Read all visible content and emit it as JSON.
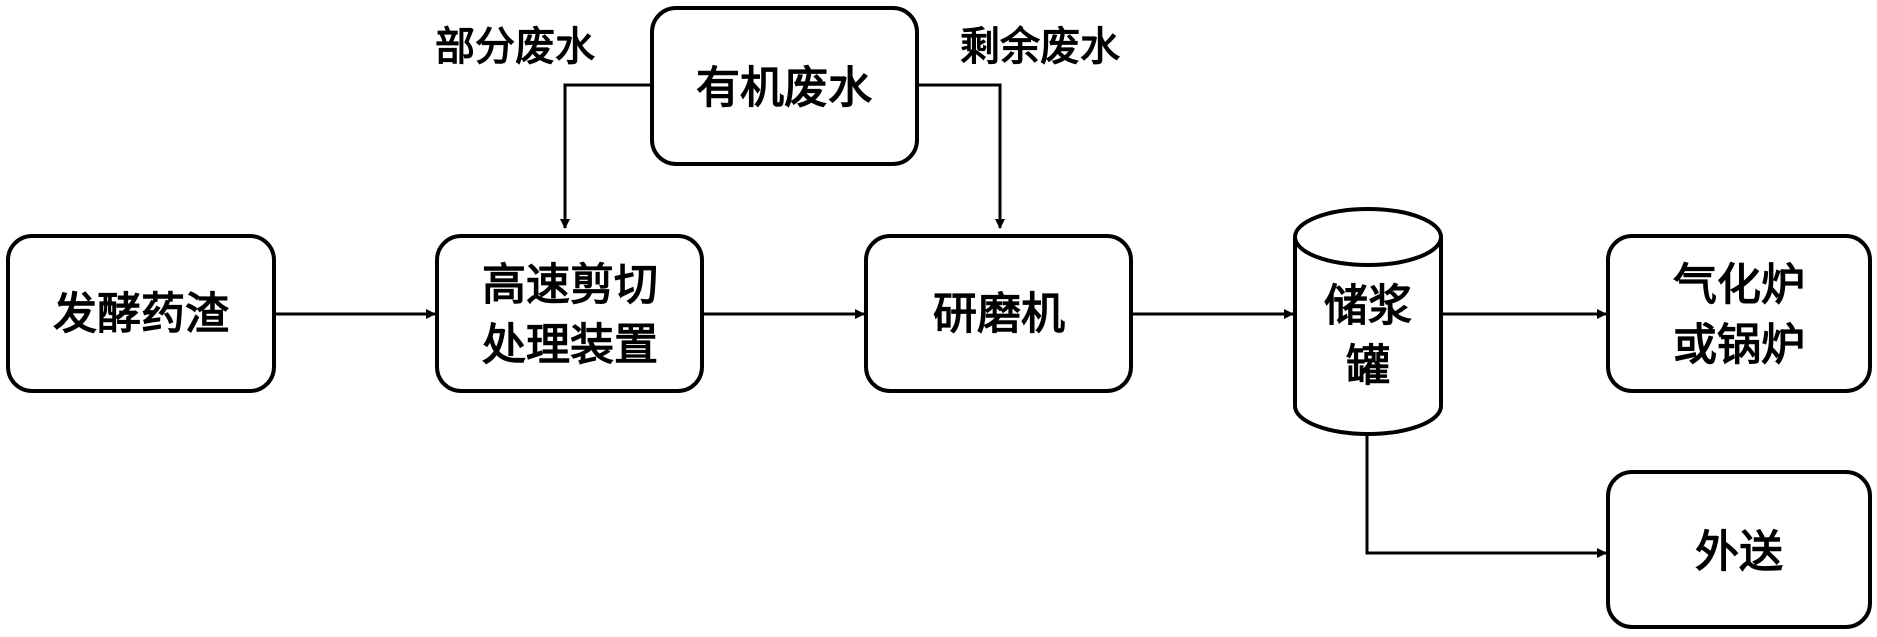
{
  "diagram": {
    "nodes": {
      "organic_wastewater": "有机废水",
      "fermentation_residue": "发酵药渣",
      "high_speed_shear_line1": "高速剪切",
      "high_speed_shear_line2": "处理装置",
      "grinder": "研磨机",
      "slurry_tank_line1": "储浆",
      "slurry_tank_line2": "罐",
      "gasifier_line1": "气化炉",
      "gasifier_line2": "或锅炉",
      "external_delivery": "外送"
    },
    "edges": {
      "partial_wastewater": "部分废水",
      "remaining_wastewater": "剩余废水"
    },
    "colors": {
      "stroke": "#000000",
      "background": "#ffffff"
    }
  }
}
